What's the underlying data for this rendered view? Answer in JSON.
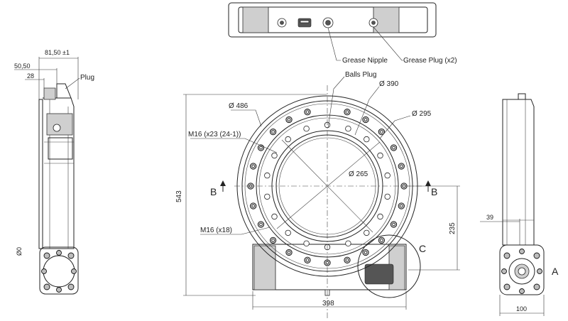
{
  "labels": {
    "grease_nipple": "Grease Nipple",
    "grease_plug": "Grease Plug (x2)",
    "plug": "Plug",
    "balls_plug": "Balls Plug",
    "d390": "Ø 390",
    "d486": "Ø 486",
    "d295": "Ø 295",
    "d265": "Ø 265",
    "m16_x23": "M16 (x23 (24-1))",
    "m16_x18": "M16 (x18)",
    "section_b_left": "B",
    "section_b_right": "B",
    "detail_c": "C",
    "detail_a": "A",
    "dim_543": "543",
    "dim_398": "398",
    "dim_235": "235",
    "dim_39": "39",
    "dim_100": "100",
    "dim_81_50": "81,50 ±1",
    "dim_50_50": "50,50",
    "dim_28": "28",
    "dim_phi0": "Ø0"
  },
  "colors": {
    "line": "#222222",
    "fill_grey": "#cfcfcf",
    "fill_dark": "#555555"
  }
}
